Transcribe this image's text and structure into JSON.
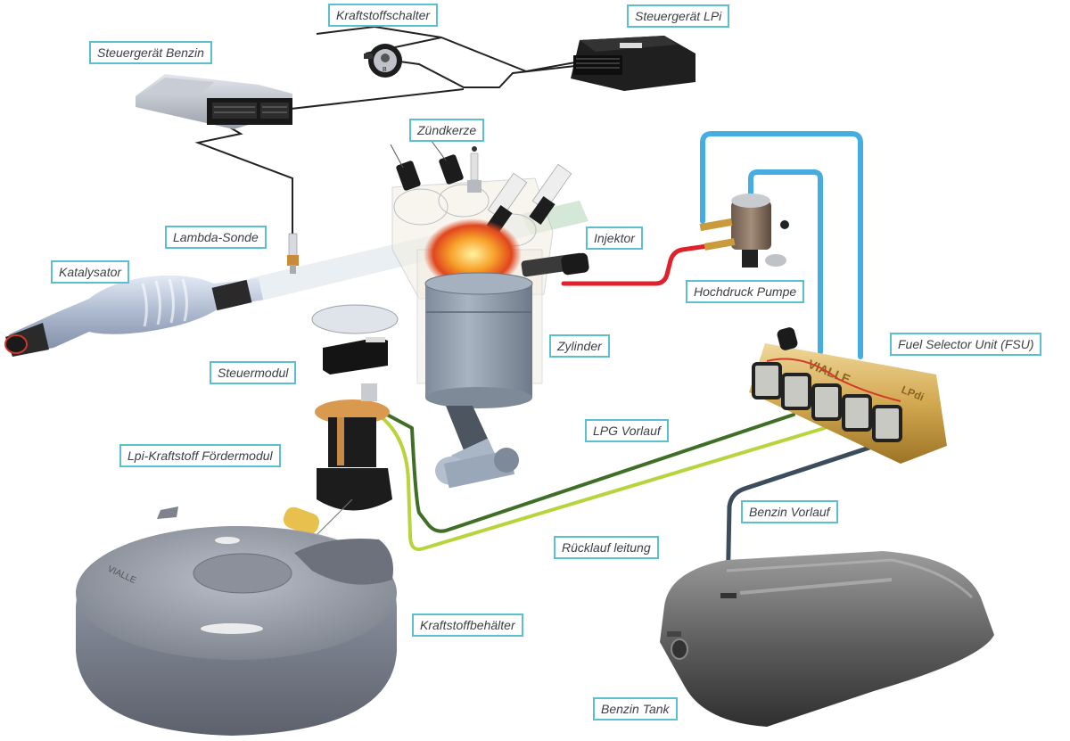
{
  "title": "LPi Kraftstoffsystem Übersicht",
  "colors": {
    "label_border": "#5bbfcf",
    "label_text": "#3c4046",
    "signal_wire": "#222222",
    "hochdruck_line": "#e0202a",
    "lpg_pump_lines": "#45ade0",
    "lpg_vorlauf_line": "#3f6e26",
    "ruecklauf_line": "#b7d43c",
    "benzin_vorlauf_line": "#3b4d5c"
  },
  "labels": {
    "kraftstoffschalter": "Kraftstoffschalter",
    "steuergeraet_lpi": "Steuergerät LPi",
    "steuergeraet_benzin": "Steuergerät Benzin",
    "zuendkerze": "Zündkerze",
    "lambda_sonde": "Lambda-Sonde",
    "injektor": "Injektor",
    "katalysator": "Katalysator",
    "hochdruck_pumpe": "Hochdruck Pumpe",
    "zylinder": "Zylinder",
    "fsu": "Fuel Selector Unit (FSU)",
    "steuermodul": "Steuermodul",
    "lpg_vorlauf": "LPG Vorlauf",
    "lpi_foerdermodul": "Lpi-Kraftstoff  Fördermodul",
    "benzin_vorlauf": "Benzin Vorlauf",
    "ruecklauf": "Rücklauf  leitung",
    "kraftstoffbehaelter": "Kraftstoffbehälter",
    "benzin_tank": "Benzin Tank"
  },
  "markings": {
    "switch_letter": "B",
    "fsu_brand": "VIALLE",
    "fsu_sub": "LPdi",
    "tank_brand": "VIALLE"
  }
}
